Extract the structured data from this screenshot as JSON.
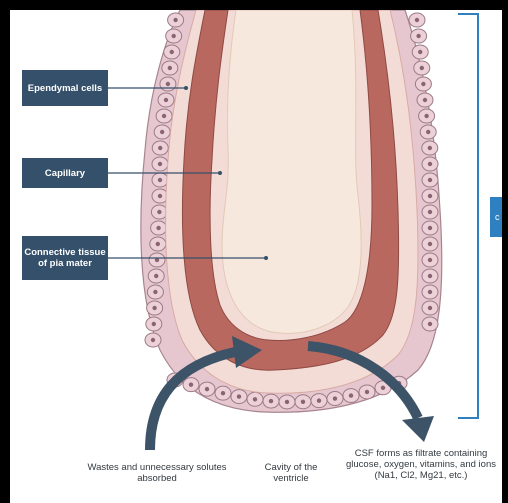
{
  "labels": {
    "ependymal": "Ependymal cells",
    "capillary": "Capillary",
    "connective": "Connective tissue of pia mater"
  },
  "captions": {
    "wastes": "Wastes and unnecessary solutes absorbed",
    "cavity": "Cavity of the ventricle",
    "csf": "CSF forms as filtrate containing glucose, oxygen, vitamins, and ions (Na1, Cl2, Mg21, etc.)"
  },
  "bracket_label": "c",
  "colors": {
    "label_bg": "#35506b",
    "bracket": "#2f80c1",
    "arrow": "#3d5367",
    "ependymal_cell": "#e6c7cf",
    "capillary": "#b8685f",
    "connective": "#f6e8dc"
  }
}
